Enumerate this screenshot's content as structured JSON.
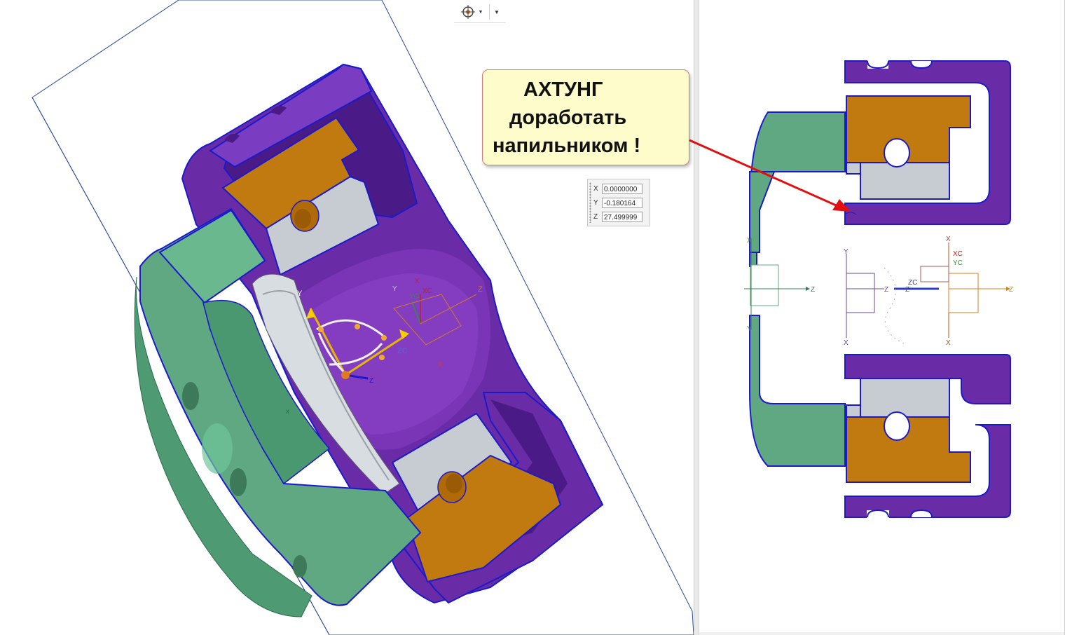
{
  "toolbar": {
    "snap_button_icon": "target-crosshair-icon",
    "dropdown_icon": "chevron-down-icon"
  },
  "coordinates": {
    "x_label": "X",
    "x_value": "0.0000000",
    "y_label": "Y",
    "y_value": "-0.180164",
    "z_label": "Z",
    "z_value": "27.499999"
  },
  "callout": {
    "line1": "АХТУНГ",
    "line2": "доработать",
    "line3": "напильником !"
  },
  "left_view": {
    "csys_labels": {
      "x": "X",
      "y": "Y",
      "z": "Z",
      "xc": "XC",
      "yc": "YC",
      "zc": "ZC"
    }
  },
  "right_view": {
    "axis_labels": {
      "z": "Z",
      "y": "Y",
      "x": "X",
      "xc": "XC",
      "yc": "YC",
      "zc": "ZC"
    }
  },
  "colors": {
    "housing": "#6a2ca6",
    "housing_dark": "#4a1a86",
    "bracket": "#5fa882",
    "bracket_dark": "#3d8a64",
    "block": "#c07a10",
    "bushing": "#c6ccd2",
    "outline": "#1a1acc",
    "callout_bg": "#fffccc",
    "arrow": "#e01010"
  }
}
